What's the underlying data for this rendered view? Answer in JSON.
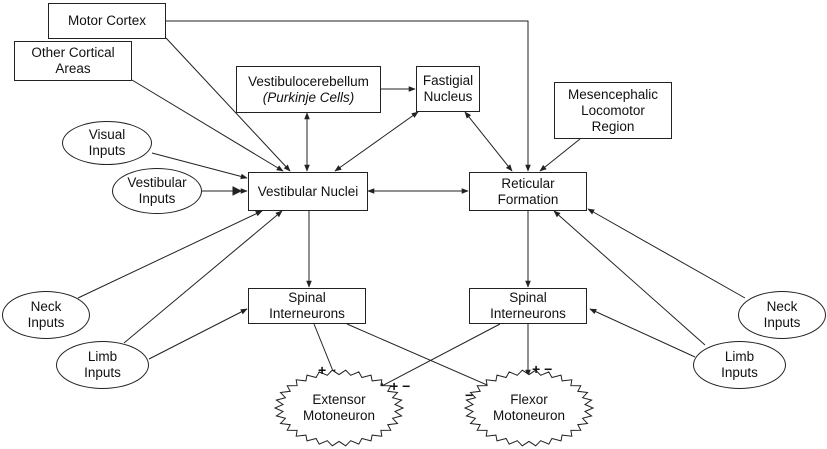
{
  "nodes": {
    "motor_cortex": {
      "line1": "Motor Cortex"
    },
    "other_cortical": {
      "line1": "Other Cortical",
      "line2": "Areas"
    },
    "vestibulocerebellum": {
      "line1": "Vestibulocerebellum",
      "line2": "(Purkinje Cells)"
    },
    "fastigial": {
      "line1": "Fastigial",
      "line2": "Nucleus"
    },
    "mesencephalic": {
      "line1": "Mesencephalic",
      "line2": "Locomotor",
      "line3": "Region"
    },
    "visual_inputs": {
      "line1": "Visual",
      "line2": "Inputs"
    },
    "vestibular_inputs": {
      "line1": "Vestibular",
      "line2": "Inputs"
    },
    "vestibular_nuclei": {
      "line1": "Vestibular Nuclei"
    },
    "reticular_formation": {
      "line1": "Reticular",
      "line2": "Formation"
    },
    "spinal_interneurons_left": {
      "line1": "Spinal",
      "line2": "Interneurons"
    },
    "spinal_interneurons_right": {
      "line1": "Spinal",
      "line2": "Interneurons"
    },
    "neck_inputs_left": {
      "line1": "Neck",
      "line2": "Inputs"
    },
    "limb_inputs_left": {
      "line1": "Limb",
      "line2": "Inputs"
    },
    "neck_inputs_right": {
      "line1": "Neck",
      "line2": "Inputs"
    },
    "limb_inputs_right": {
      "line1": "Limb",
      "line2": "Inputs"
    },
    "extensor_motoneuron": {
      "line1": "Extensor",
      "line2": "Motoneuron"
    },
    "flexor_motoneuron": {
      "line1": "Flexor",
      "line2": "Motoneuron"
    }
  },
  "signs": {
    "extensor_from_left": "+",
    "extensor_from_right": "+ −",
    "flexor_from_left": "−",
    "flexor_from_right": "+ −"
  },
  "colors": {
    "line": "#222222",
    "background": "#ffffff"
  }
}
